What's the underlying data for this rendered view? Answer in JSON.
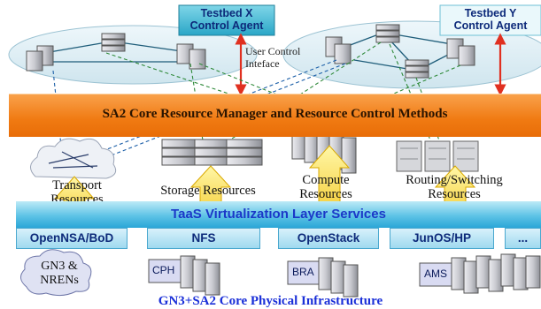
{
  "control_agents": {
    "x": {
      "line1": "Testbed X",
      "line2": "Control Agent"
    },
    "y": {
      "line1": "Testbed Y",
      "line2": "Control Agent"
    }
  },
  "user_control_interface": {
    "line1": "User Control",
    "line2": "Inteface"
  },
  "core_banner": "SA2 Core Resource Manager and Resource Control Methods",
  "resources": {
    "transport": {
      "line1": "Transport",
      "line2": "Resources"
    },
    "storage": "Storage Resources",
    "compute": {
      "line1": "Compute",
      "line2": "Resources"
    },
    "routing": {
      "line1": "Routing/Switching",
      "line2": "Resources"
    }
  },
  "taas_layer": "TaaS Virtualization Layer Services",
  "service_boxes": [
    "OpenNSA/BoD",
    "NFS",
    "OpenStack",
    "JunOS/HP",
    "..."
  ],
  "sites": {
    "gn3": {
      "line1": "GN3 &",
      "line2": "NRENs"
    },
    "cph": "CPH",
    "bra": "BRA",
    "ams": "AMS"
  },
  "infrastructure_title": "GN3+SA2 Core Physical Infrastructure",
  "colors": {
    "banner": "#f07a12",
    "taas": "#2aa6d7",
    "agent_box": "#2aa6c7",
    "arrow": "#e03020",
    "dashed_link": "#2f8a3a",
    "dashed_link_blue": "#1c5fa8",
    "title_blue": "#1a2fd8"
  }
}
